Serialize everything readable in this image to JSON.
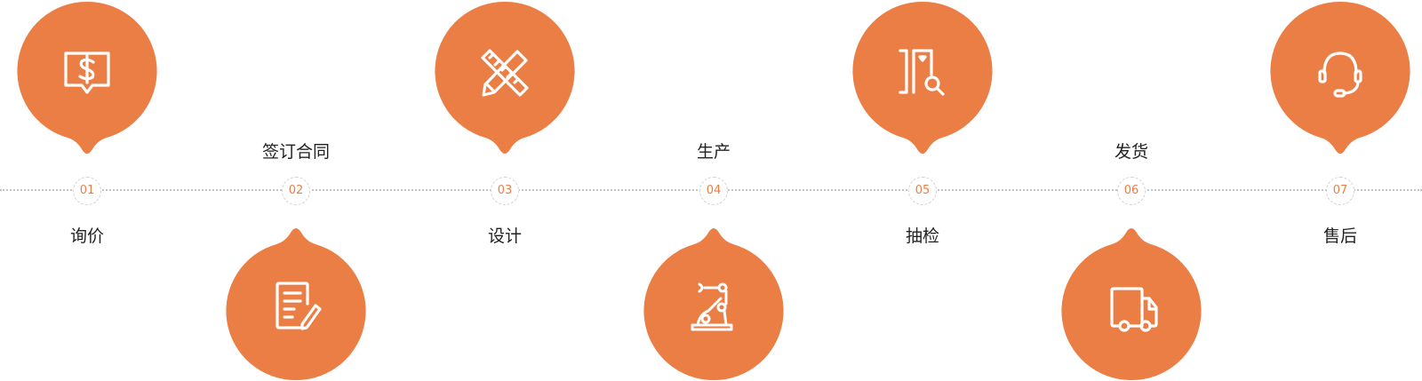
{
  "colors": {
    "accent": "#eb7e45",
    "dotted_line": "#c4c4c4"
  },
  "steps": [
    {
      "number": "01",
      "label": "询价",
      "icon": "dollar-chat-icon"
    },
    {
      "number": "02",
      "label": "签订合同",
      "icon": "contract-pen-icon"
    },
    {
      "number": "03",
      "label": "设计",
      "icon": "pencil-ruler-icon"
    },
    {
      "number": "04",
      "label": "生产",
      "icon": "robot-arm-icon"
    },
    {
      "number": "05",
      "label": "抽检",
      "icon": "inspection-search-icon"
    },
    {
      "number": "06",
      "label": "发货",
      "icon": "delivery-truck-icon"
    },
    {
      "number": "07",
      "label": "售后",
      "icon": "headset-icon"
    }
  ]
}
